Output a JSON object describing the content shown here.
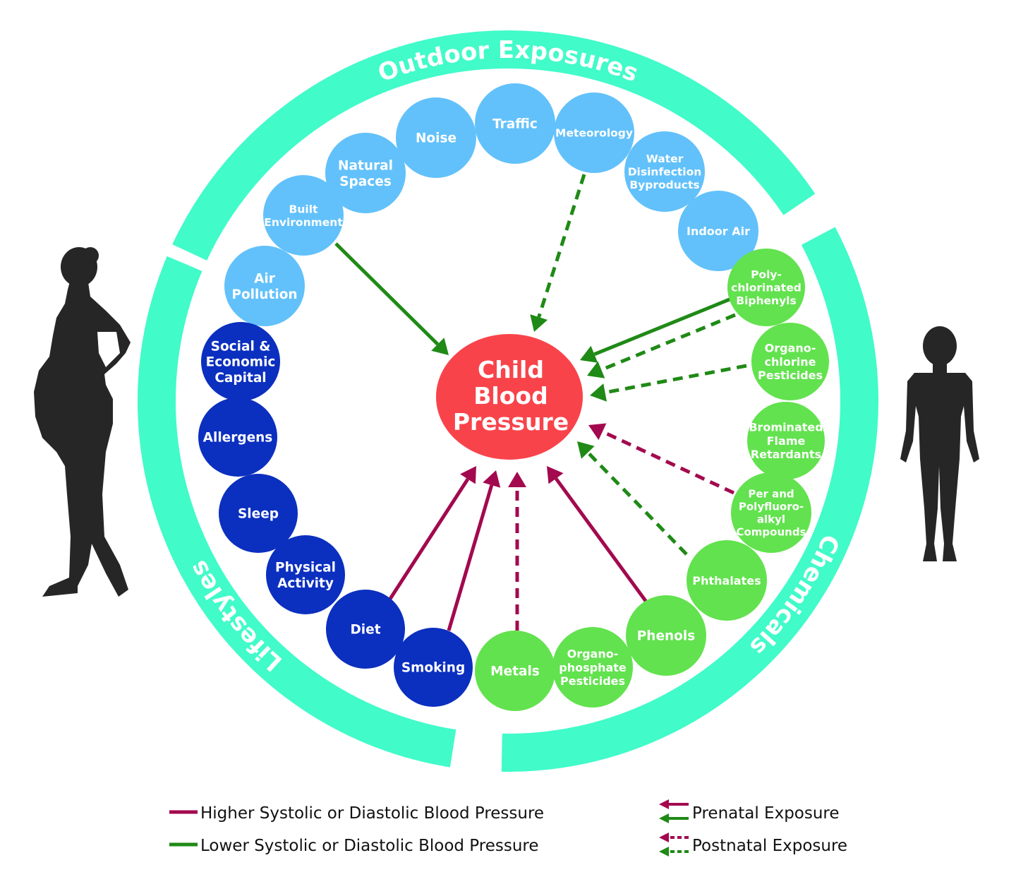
{
  "title": "Child Blood Pressure exposome diagram",
  "center": {
    "lines": [
      "Child",
      "Blood",
      "Pressure"
    ],
    "color": "#f9434a"
  },
  "ring": {
    "color": "#41fbc9",
    "segments": [
      {
        "label": "Outdoor Exposures"
      },
      {
        "label": "Chemicals"
      },
      {
        "label": "Lifestyles"
      }
    ]
  },
  "colors": {
    "outdoor": "#62c1fa",
    "lifestyle": "#0b2fbf",
    "chemical": "#62e24e",
    "higher": "#a3094e",
    "lower": "#1f8a16",
    "silhouette": "#262626"
  },
  "nodes": [
    {
      "id": "air-pollution",
      "group": "outdoor",
      "lines": [
        "Air",
        "Pollution"
      ]
    },
    {
      "id": "built-environment",
      "group": "outdoor",
      "lines": [
        "Built",
        "Environment"
      ]
    },
    {
      "id": "natural-spaces",
      "group": "outdoor",
      "lines": [
        "Natural",
        "Spaces"
      ]
    },
    {
      "id": "noise",
      "group": "outdoor",
      "lines": [
        "Noise"
      ]
    },
    {
      "id": "traffic",
      "group": "outdoor",
      "lines": [
        "Traffic"
      ]
    },
    {
      "id": "meteorology",
      "group": "outdoor",
      "lines": [
        "Meteorology"
      ]
    },
    {
      "id": "water-disinfection-byproducts",
      "group": "outdoor",
      "lines": [
        "Water",
        "Disinfection",
        "Byproducts"
      ]
    },
    {
      "id": "indoor-air",
      "group": "outdoor",
      "lines": [
        "Indoor Air"
      ]
    },
    {
      "id": "polychlorinated-biphenyls",
      "group": "chemical",
      "lines": [
        "Poly-",
        "chlorinated",
        "Biphenyls"
      ]
    },
    {
      "id": "organochlorine-pesticides",
      "group": "chemical",
      "lines": [
        "Organo-",
        "chlorine",
        "Pesticides"
      ]
    },
    {
      "id": "brominated-flame-retardants",
      "group": "chemical",
      "lines": [
        "Brominated",
        "Flame",
        "Retardants"
      ]
    },
    {
      "id": "pfas",
      "group": "chemical",
      "lines": [
        "Per and",
        "Polyfluoro-",
        "alkyl",
        "Compounds"
      ]
    },
    {
      "id": "phthalates",
      "group": "chemical",
      "lines": [
        "Phthalates"
      ]
    },
    {
      "id": "phenols",
      "group": "chemical",
      "lines": [
        "Phenols"
      ]
    },
    {
      "id": "organophosphate-pesticides",
      "group": "chemical",
      "lines": [
        "Organo-",
        "phosphate",
        "Pesticides"
      ]
    },
    {
      "id": "metals",
      "group": "chemical",
      "lines": [
        "Metals"
      ]
    },
    {
      "id": "smoking",
      "group": "lifestyle",
      "lines": [
        "Smoking"
      ]
    },
    {
      "id": "diet",
      "group": "lifestyle",
      "lines": [
        "Diet"
      ]
    },
    {
      "id": "physical-activity",
      "group": "lifestyle",
      "lines": [
        "Physical",
        "Activity"
      ]
    },
    {
      "id": "sleep",
      "group": "lifestyle",
      "lines": [
        "Sleep"
      ]
    },
    {
      "id": "allergens",
      "group": "lifestyle",
      "lines": [
        "Allergens"
      ]
    },
    {
      "id": "social-economic-capital",
      "group": "lifestyle",
      "lines": [
        "Social &",
        "Economic",
        "Capital"
      ]
    }
  ],
  "associations": [
    {
      "from": "built-environment",
      "effect": "lower",
      "exposure": "prenatal"
    },
    {
      "from": "meteorology",
      "effect": "lower",
      "exposure": "postnatal"
    },
    {
      "from": "polychlorinated-biphenyls",
      "effect": "lower",
      "exposure": "prenatal"
    },
    {
      "from": "polychlorinated-biphenyls",
      "effect": "lower",
      "exposure": "postnatal"
    },
    {
      "from": "organochlorine-pesticides",
      "effect": "lower",
      "exposure": "postnatal"
    },
    {
      "from": "pfas",
      "effect": "higher",
      "exposure": "postnatal"
    },
    {
      "from": "phthalates",
      "effect": "lower",
      "exposure": "postnatal"
    },
    {
      "from": "phenols",
      "effect": "higher",
      "exposure": "prenatal"
    },
    {
      "from": "metals",
      "effect": "higher",
      "exposure": "postnatal"
    },
    {
      "from": "smoking",
      "effect": "higher",
      "exposure": "prenatal"
    },
    {
      "from": "diet",
      "effect": "higher",
      "exposure": "prenatal"
    }
  ],
  "legend": {
    "higher": "Higher Systolic or Diastolic Blood Pressure",
    "lower": "Lower Systolic or Diastolic Blood Pressure",
    "prenatal": "Prenatal Exposure",
    "postnatal": "Postnatal Exposure"
  },
  "figures": {
    "left": "pregnant-woman-silhouette",
    "right": "child-silhouette"
  }
}
